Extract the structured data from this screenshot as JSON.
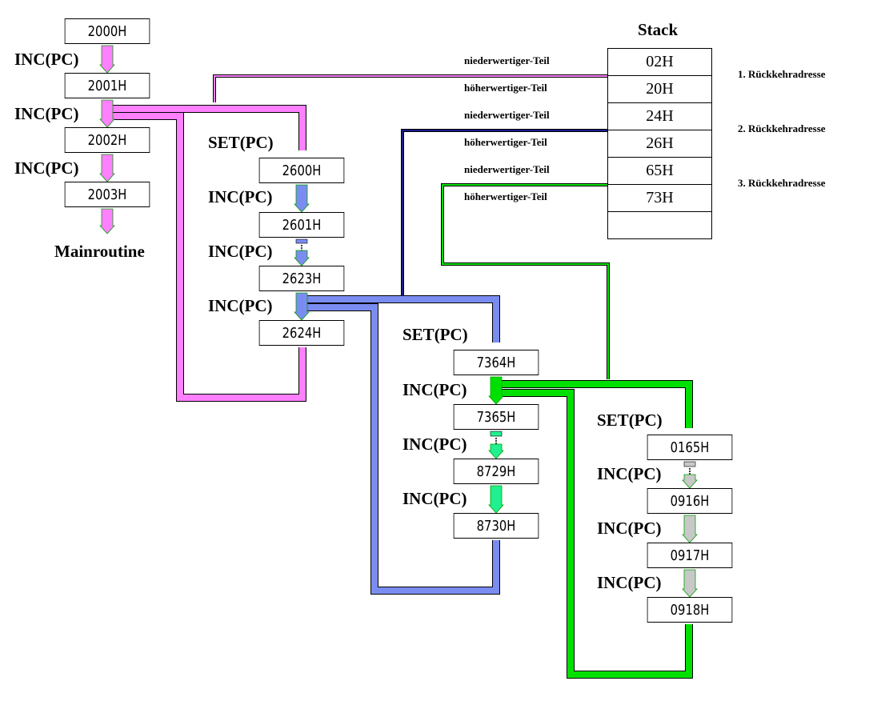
{
  "colors": {
    "pink": "#ff80ff",
    "blue": "#7b8cf0",
    "green": "#00e000",
    "mint": "#20f090",
    "gray": "#c8c8c8",
    "navy": "#1a1a8c",
    "black": "#000000"
  },
  "stack": {
    "title": "Stack",
    "values": [
      "02H",
      "20H",
      "24H",
      "26H",
      "65H",
      "73H",
      ""
    ],
    "parts": [
      "niederwertiger-Teil",
      "höherwertiger-Teil",
      "niederwertiger-Teil",
      "höherwertiger-Teil",
      "niederwertiger-Teil",
      "höherwertiger-Teil"
    ],
    "returns": [
      "1. Rückkehradresse",
      "2. Rückkehradresse",
      "3. Rückkehradresse"
    ]
  },
  "main": {
    "label": "Mainroutine",
    "addresses": [
      "2000H",
      "2001H",
      "2002H",
      "2003H"
    ],
    "inc_label": "INC(PC)"
  },
  "sub1": {
    "set_label": "SET(PC)",
    "inc_label": "INC(PC)",
    "addresses": [
      "2600H",
      "2601H",
      "2623H",
      "2624H"
    ]
  },
  "sub2": {
    "set_label": "SET(PC)",
    "inc_label": "INC(PC)",
    "addresses": [
      "7364H",
      "7365H",
      "8729H",
      "8730H"
    ]
  },
  "sub3": {
    "set_label": "SET(PC)",
    "inc_label": "INC(PC)",
    "addresses": [
      "0165H",
      "0916H",
      "0917H",
      "0918H"
    ]
  }
}
